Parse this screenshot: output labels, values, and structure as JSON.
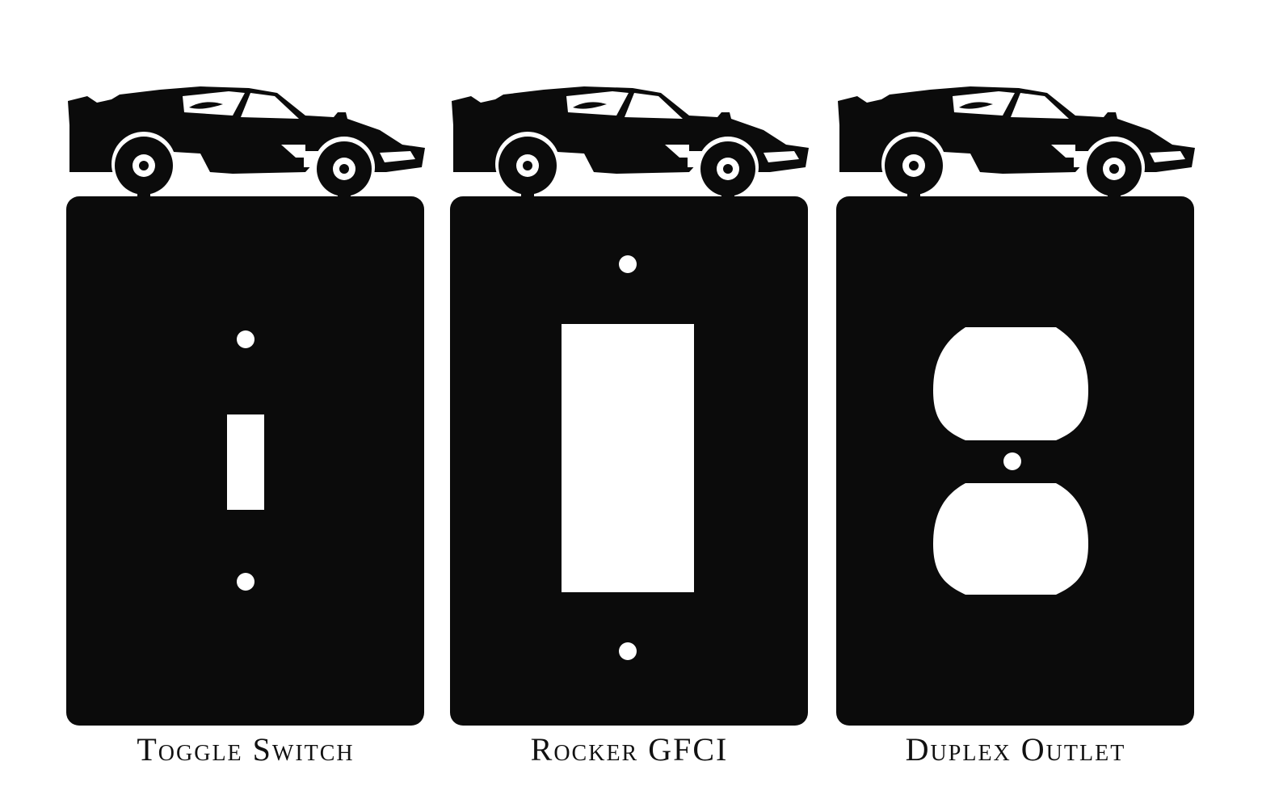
{
  "products": [
    {
      "name": "Toggle Switch",
      "cutout": "toggle",
      "icon": "race-car-icon"
    },
    {
      "name": "Rocker GFCI",
      "cutout": "rocker",
      "icon": "race-car-icon"
    },
    {
      "name": "Duplex Outlet",
      "cutout": "duplex",
      "icon": "race-car-icon"
    }
  ],
  "colors": {
    "plate": "#0b0b0b",
    "background": "#ffffff",
    "caption": "#111111"
  }
}
